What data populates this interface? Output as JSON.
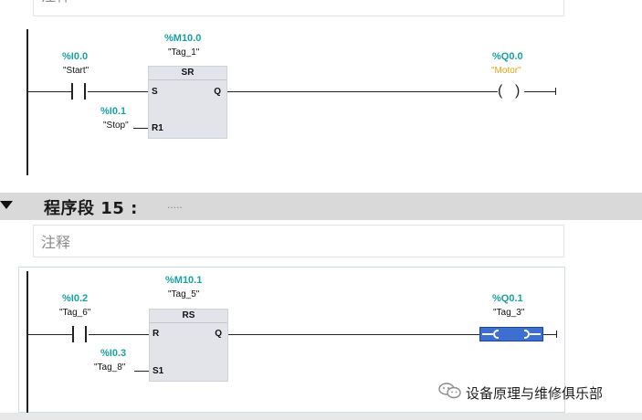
{
  "network14": {
    "comment": "注释",
    "contact_start": {
      "address": "%I0.0",
      "tag": "\"Start\""
    },
    "block": {
      "address": "%M10.0",
      "tag": "\"Tag_1\"",
      "type": "SR",
      "pin_top_left": "S",
      "pin_bottom_left": "R1",
      "pin_out": "Q"
    },
    "contact_stop": {
      "address": "%I0.1",
      "tag": "\"Stop\""
    },
    "coil": {
      "address": "%Q0.0",
      "tag": "\"Motor\""
    }
  },
  "network15": {
    "title": "程序段 15 :",
    "title_placeholder": ".....",
    "comment": "注释",
    "contact_a": {
      "address": "%I0.2",
      "tag": "\"Tag_6\""
    },
    "block": {
      "address": "%M10.1",
      "tag": "\"Tag_5\"",
      "type": "RS",
      "pin_top_left": "R",
      "pin_bottom_left": "S1",
      "pin_out": "Q"
    },
    "contact_b": {
      "address": "%I0.3",
      "tag": "\"Tag_8\""
    },
    "coil": {
      "address": "%Q0.1",
      "tag": "\"Tag_3\""
    }
  },
  "watermark": {
    "text": "设备原理与维修俱乐部",
    "icon": "wechat-icon"
  },
  "colors": {
    "address": "#19a0a3",
    "tag_highlight": "#e6a21a",
    "selection": "#3d6fd0",
    "header_bg": "#d9d9d9"
  }
}
